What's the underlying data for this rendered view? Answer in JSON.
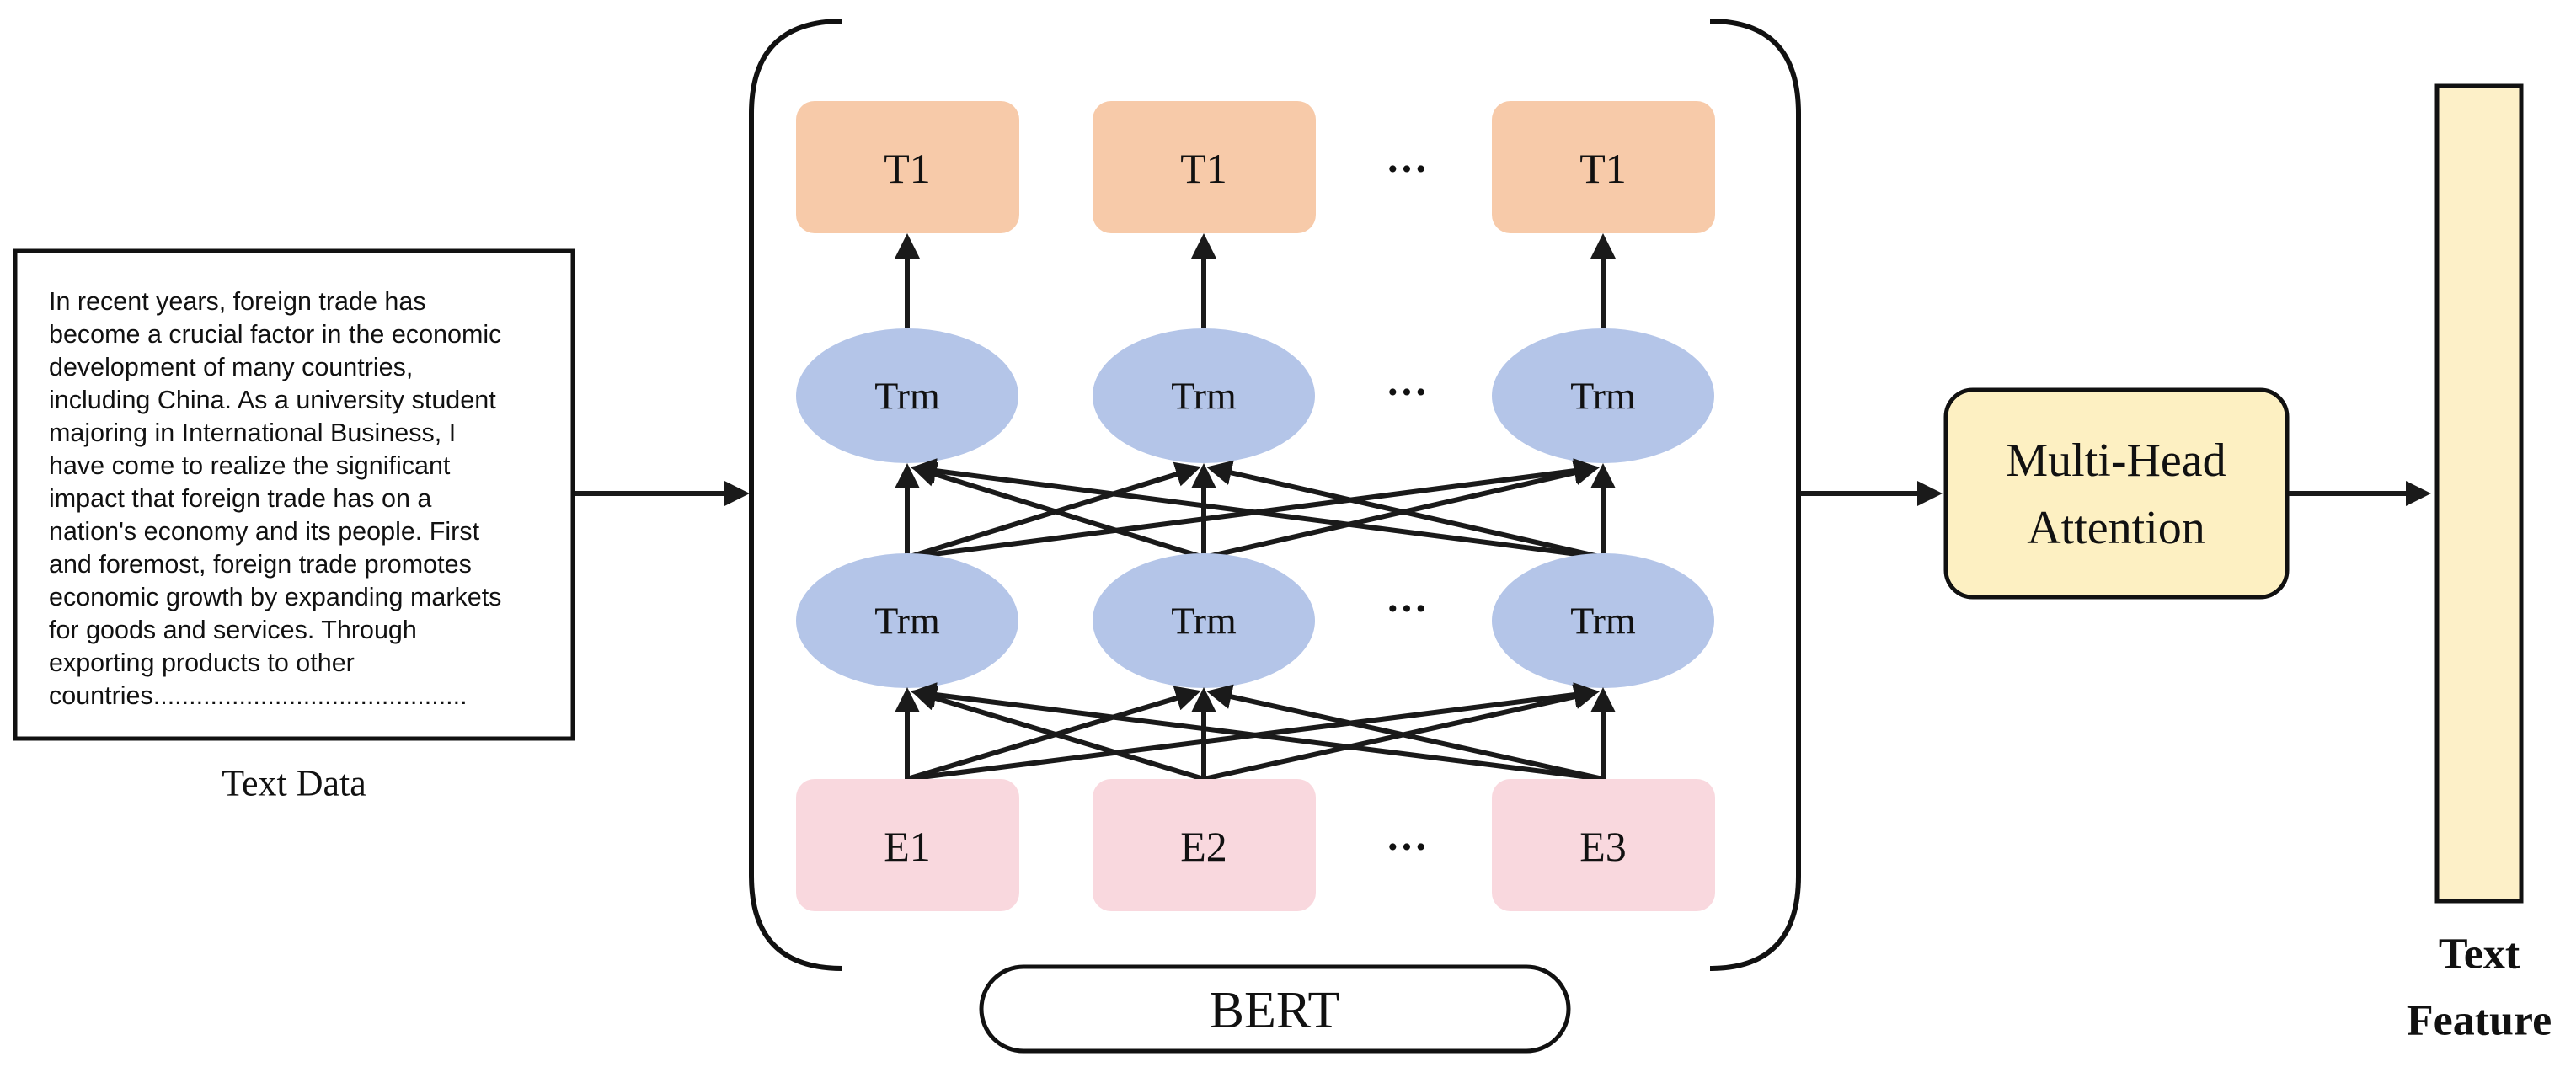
{
  "input": {
    "caption": "Text Data",
    "lines": [
      "In recent years, foreign trade has",
      "become a crucial factor in the economic",
      "development of many countries,",
      "including China. As a university student",
      "majoring in International Business, I",
      "have come to realize the significant",
      "impact that foreign trade has on a",
      "nation's economy and its people. First",
      "and foremost, foreign trade promotes",
      "economic growth by expanding markets",
      "for goods and services. Through",
      "exporting products to other",
      "countries............................................"
    ]
  },
  "bert": {
    "label": "BERT",
    "output_tokens": [
      "T1",
      "T1",
      "T1"
    ],
    "trm_label": "Trm",
    "embeddings": [
      "E1",
      "E2",
      "E3"
    ],
    "ellipsis": "···"
  },
  "attention": {
    "line1": "Multi-Head",
    "line2": "Attention"
  },
  "output": {
    "line1": "Text",
    "line2": "Feature"
  },
  "colors": {
    "token_fill": "#f7caa9",
    "trm_fill": "#b4c5e8",
    "embedding_fill": "#f9d8de",
    "attention_fill": "#fdf0c2",
    "feature_fill": "#fdf0c8"
  }
}
